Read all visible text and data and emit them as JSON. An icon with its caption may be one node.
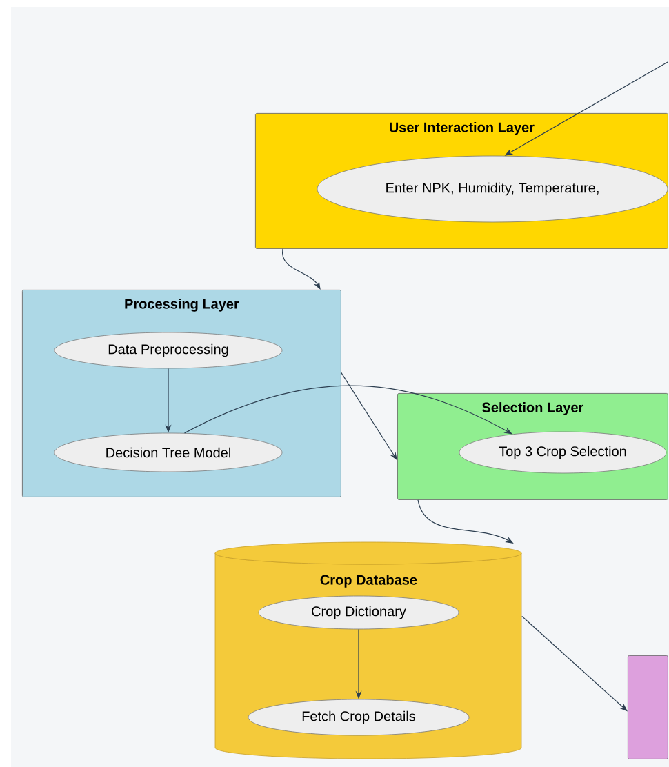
{
  "diagram": {
    "nodes": [
      {
        "text": [
          "User Interaction Layer"
        ]
      },
      {
        "text": [
          "Enter NPK, Humidity, Temperature,"
        ],
        "in": 0
      },
      {
        "text": [
          "Processing Layer"
        ]
      },
      {
        "text": [
          "Data Preprocessing"
        ],
        "in": 2
      },
      {
        "text": [
          "Decision Tree Model"
        ],
        "in": 2
      },
      {
        "text": [
          "Selection Layer"
        ]
      },
      {
        "text": [
          "Top 3 Crop Selection"
        ],
        "in": 5
      },
      {
        "text": [
          "Crop Database"
        ]
      },
      {
        "text": [
          "Crop Dictionary"
        ],
        "in": 7
      },
      {
        "text": [
          "Fetch Crop Details"
        ],
        "in": 7
      },
      {
        "text": [],
        "shape": "box"
      }
    ],
    "edges": [
      {
        "from": null,
        "to": 1,
        "arrow": "to"
      },
      {
        "from": 0,
        "to": 2,
        "arrow": "to"
      },
      {
        "from": 3,
        "to": 4,
        "arrow": "to"
      },
      {
        "from": 4,
        "to": 6,
        "arrow": "to"
      },
      {
        "from": 2,
        "to": 5,
        "arrow": "to"
      },
      {
        "from": 5,
        "to": 7,
        "arrow": "to"
      },
      {
        "from": 8,
        "to": 9,
        "arrow": "to"
      },
      {
        "from": 7,
        "to": 10,
        "arrow": "to"
      }
    ]
  }
}
